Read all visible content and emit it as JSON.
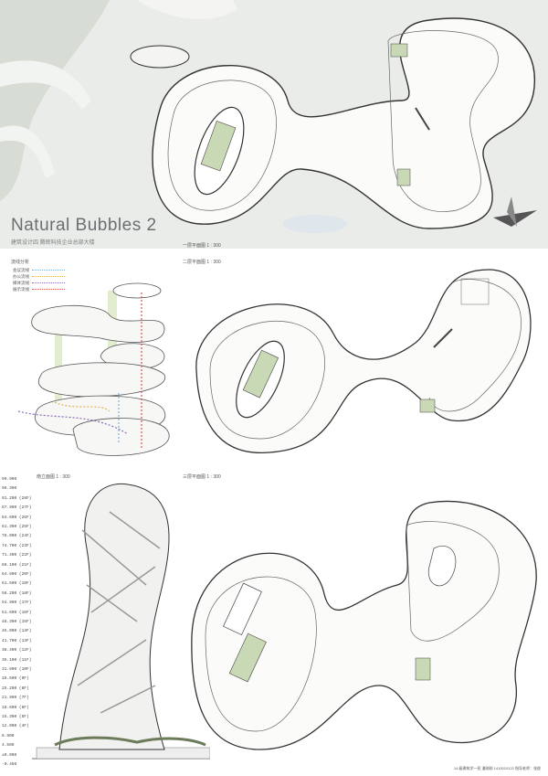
{
  "poster": {
    "title": "Natural Bubbles  2",
    "subtitle": "建筑设计四  腾辉科技企业总部大楼",
    "footer": "14 级建筑学一班  潘刚刚  1410010122  指导老师：张俊"
  },
  "plans": {
    "ground": "一层平面图  1 : 300",
    "second": "二层平面图  1 : 300",
    "third": "三层平面图  1 : 300"
  },
  "flow": {
    "title": "流线分析",
    "legend": [
      {
        "label": "会议流线",
        "color": "#7bb3e0"
      },
      {
        "label": "办公流线",
        "color": "#e0b45a"
      },
      {
        "label": "媒体流线",
        "color": "#8a6bb8"
      },
      {
        "label": "展示流线",
        "color": "#d9534f"
      }
    ]
  },
  "elevation": {
    "title": "南立面图  1 : 300",
    "levels": [
      "99.900",
      "96.300",
      "91.200 (28F)",
      "87.900 (27F)",
      "84.600 (26F)",
      "81.300 (25F)",
      "78.000 (24F)",
      "74.700 (23F)",
      "71.400 (22F)",
      "68.100 (21F)",
      "64.800 (20F)",
      "61.500 (19F)",
      "58.200 (18F)",
      "54.900 (17F)",
      "51.600 (16F)",
      "48.300 (15F)",
      "45.000 (14F)",
      "41.700 (13F)",
      "38.400 (12F)",
      "35.100 (11F)",
      "31.800 (10F)",
      "28.500 (9F)",
      "25.200 (8F)",
      "21.900 (7F)",
      "18.600 (6F)",
      "15.300 (5F)",
      "12.000 (4F)",
      "8.900",
      "4.500",
      "±0.000",
      "-0.450"
    ]
  },
  "colors": {
    "site": "#e9ece8",
    "green": "#c9d9b6",
    "line": "#444444"
  }
}
